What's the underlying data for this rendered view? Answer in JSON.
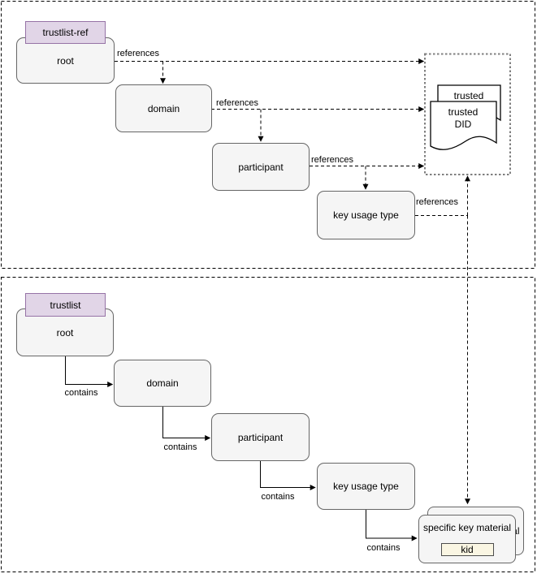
{
  "sections": {
    "top": {
      "tag": "trustlist-ref",
      "nodes": {
        "root": "root",
        "domain": "domain",
        "participant": "participant",
        "key_usage": "key usage type"
      },
      "edges": {
        "e1": "references",
        "e2": "references",
        "e3": "references",
        "e4": "references"
      },
      "documents": {
        "back_title": "trusted",
        "front_title_line1": "trusted",
        "front_title_line2": "DID"
      }
    },
    "bottom": {
      "tag": "trustlist",
      "nodes": {
        "root": "root",
        "domain": "domain",
        "participant": "participant",
        "key_usage": "key usage type",
        "key_material": "specific key material",
        "kid": "kid"
      },
      "edges": {
        "e1": "contains",
        "e2": "contains",
        "e3": "contains",
        "e4": "contains"
      }
    }
  },
  "colors": {
    "tag_fill": "#e1d5e7",
    "tag_border": "#9673a6",
    "node_fill": "#f5f5f5",
    "node_border": "#666666",
    "kid_fill": "#faf6e3",
    "kid_border": "#4d4d4d",
    "section_border": "#000000",
    "did_container_border": "#7f7f7f",
    "connector": "#000000",
    "document_fill": "#ffffff"
  }
}
